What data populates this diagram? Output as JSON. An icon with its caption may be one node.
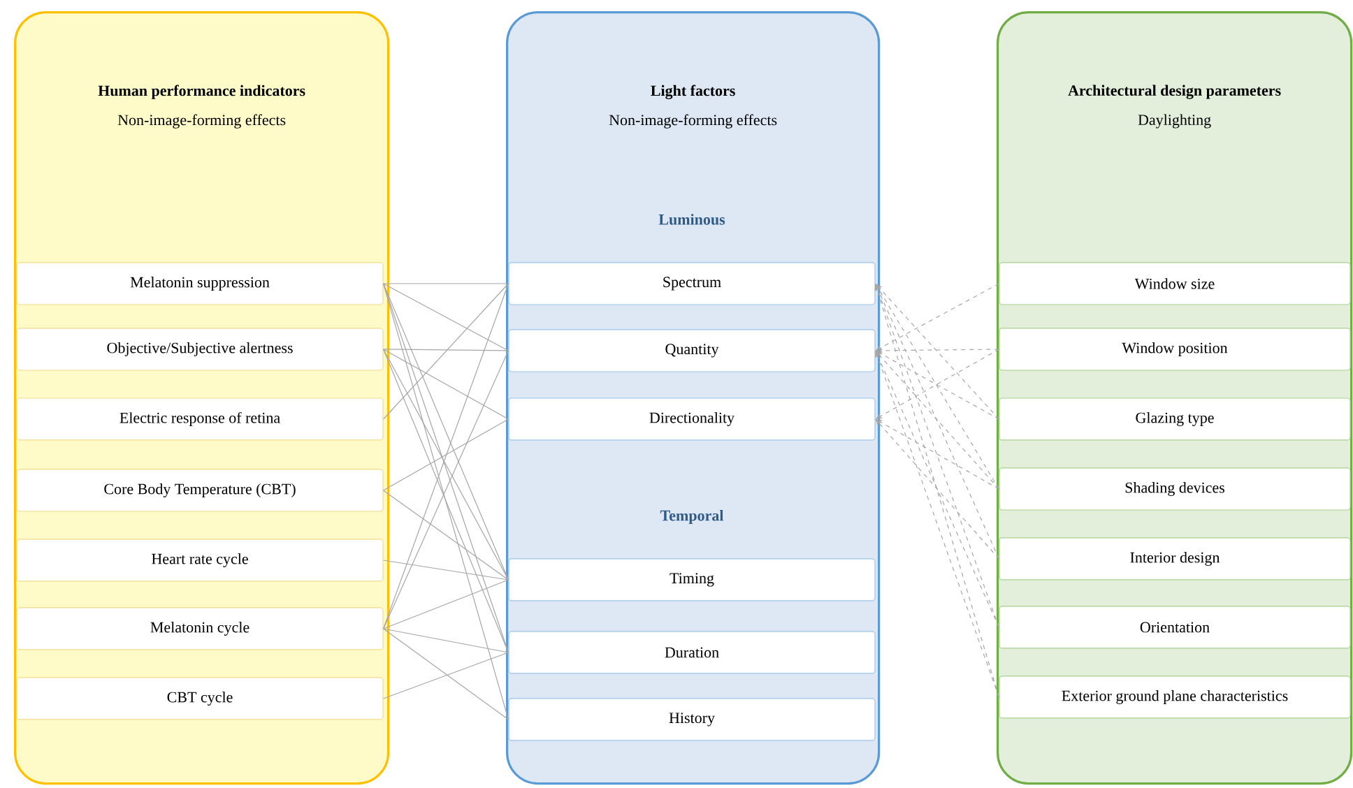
{
  "diagram": {
    "nodes": [
      {
        "text": [
          "Human performance indicators",
          "Non-image-forming effects"
        ]
      },
      {
        "text": [
          "Melatonin suppression"
        ],
        "in": 0
      },
      {
        "text": [
          "Objective/Subjective alertness"
        ],
        "in": 0
      },
      {
        "text": [
          "Electric response of retina"
        ],
        "in": 0
      },
      {
        "text": [
          "Core Body Temperature (CBT)"
        ],
        "in": 0
      },
      {
        "text": [
          "Heart rate cycle"
        ],
        "in": 0
      },
      {
        "text": [
          "Melatonin cycle"
        ],
        "in": 0
      },
      {
        "text": [
          "CBT cycle"
        ],
        "in": 0
      },
      {
        "text": [
          "Light factors",
          "Non-image-forming effects"
        ]
      },
      {
        "text": [
          "Spectrum"
        ],
        "in": 8
      },
      {
        "text": [
          "Quantity"
        ],
        "in": 8
      },
      {
        "text": [
          "Directionality"
        ],
        "in": 8
      },
      {
        "text": [
          "Timing"
        ],
        "in": 8
      },
      {
        "text": [
          "Duration"
        ],
        "in": 8
      },
      {
        "text": [
          "History"
        ],
        "in": 8
      },
      {
        "text": [
          "Architectural design parameters",
          "Daylighting"
        ]
      },
      {
        "text": [
          "Window size"
        ],
        "in": 15
      },
      {
        "text": [
          "Window position"
        ],
        "in": 15
      },
      {
        "text": [
          "Glazing type"
        ],
        "in": 15
      },
      {
        "text": [
          "Shading devices"
        ],
        "in": 15
      },
      {
        "text": [
          "Interior design"
        ],
        "in": 15
      },
      {
        "text": [
          "Orientation"
        ],
        "in": 15
      },
      {
        "text": [
          "Exterior ground plane characteristics"
        ],
        "in": 15
      }
    ],
    "edges": [
      {
        "from": 1,
        "to": 9,
        "arrow": "none"
      },
      {
        "from": 1,
        "to": 10,
        "arrow": "none"
      },
      {
        "from": 1,
        "to": 12,
        "arrow": "none"
      },
      {
        "from": 1,
        "to": 13,
        "arrow": "none"
      },
      {
        "from": 1,
        "to": 14,
        "arrow": "none"
      },
      {
        "from": 2,
        "to": 10,
        "arrow": "none"
      },
      {
        "from": 2,
        "to": 11,
        "arrow": "none"
      },
      {
        "from": 2,
        "to": 12,
        "arrow": "none"
      },
      {
        "from": 2,
        "to": 13,
        "arrow": "none"
      },
      {
        "from": 3,
        "to": 9,
        "arrow": "none"
      },
      {
        "from": 4,
        "to": 11,
        "arrow": "none"
      },
      {
        "from": 4,
        "to": 12,
        "arrow": "none"
      },
      {
        "from": 5,
        "to": 12,
        "arrow": "none"
      },
      {
        "from": 6,
        "to": 9,
        "arrow": "none"
      },
      {
        "from": 6,
        "to": 10,
        "arrow": "none"
      },
      {
        "from": 6,
        "to": 12,
        "arrow": "none"
      },
      {
        "from": 6,
        "to": 13,
        "arrow": "none"
      },
      {
        "from": 6,
        "to": 14,
        "arrow": "none"
      },
      {
        "from": 7,
        "to": 13,
        "arrow": "none"
      },
      {
        "from": 18,
        "to": 9,
        "arrow": "to",
        "style": "dashed"
      },
      {
        "from": 19,
        "to": 9,
        "arrow": "to",
        "style": "dashed"
      },
      {
        "from": 20,
        "to": 9,
        "arrow": "to",
        "style": "dashed"
      },
      {
        "from": 21,
        "to": 9,
        "arrow": "to",
        "style": "dashed"
      },
      {
        "from": 22,
        "to": 9,
        "arrow": "to",
        "style": "dashed"
      },
      {
        "from": 16,
        "to": 10,
        "arrow": "to",
        "style": "dashed"
      },
      {
        "from": 17,
        "to": 10,
        "arrow": "to",
        "style": "dashed"
      },
      {
        "from": 18,
        "to": 10,
        "arrow": "to",
        "style": "dashed"
      },
      {
        "from": 19,
        "to": 10,
        "arrow": "to",
        "style": "dashed"
      },
      {
        "from": 21,
        "to": 10,
        "arrow": "to",
        "style": "dashed"
      },
      {
        "from": 22,
        "to": 10,
        "arrow": "to",
        "style": "dashed"
      },
      {
        "from": 17,
        "to": 11,
        "arrow": "to",
        "style": "dashed"
      },
      {
        "from": 19,
        "to": 11,
        "arrow": "to",
        "style": "dashed"
      },
      {
        "from": 20,
        "to": 11,
        "arrow": "to",
        "style": "dashed"
      }
    ],
    "labels": [
      "Luminous",
      "Temporal"
    ]
  }
}
